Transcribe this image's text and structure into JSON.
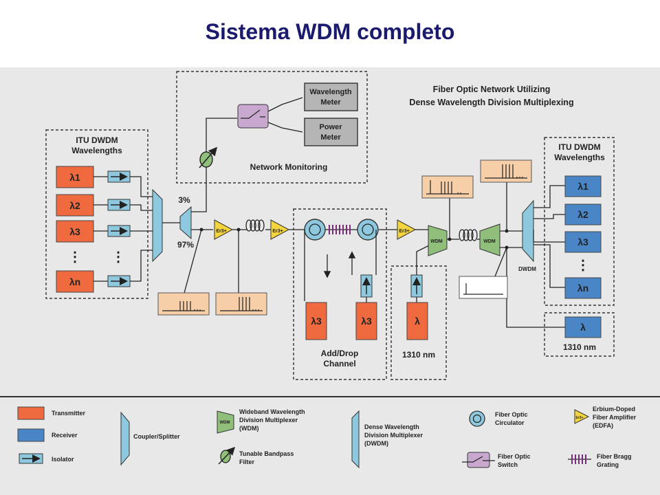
{
  "title": "Sistema WDM completo",
  "header": {
    "line1": "Fiber Optic Network Utilizing",
    "line2": "Dense Wavelength Division Multiplexing"
  },
  "left_group": {
    "line1": "ITU DWDM",
    "line2": "Wavelengths",
    "tx_labels": [
      "λ1",
      "λ2",
      "λ3",
      "λn"
    ],
    "dots": "⋮"
  },
  "right_group": {
    "line1": "ITU DWDM",
    "line2": "Wavelengths",
    "rx_labels": [
      "λ1",
      "λ2",
      "λ3",
      "λn"
    ],
    "dots": "⋮"
  },
  "coupler": {
    "top": "3%",
    "bottom": "97%"
  },
  "monitoring": {
    "label": "Network Monitoring",
    "meter1_l1": "Wavelength",
    "meter1_l2": "Meter",
    "meter2_l1": "Power",
    "meter2_l2": "Meter"
  },
  "edfa_label": "Er3+",
  "wdm_label": "WDM",
  "dwdm_label": "DWDM",
  "add_drop": {
    "line1": "Add/Drop",
    "line2": "Channel",
    "tx1": "λ3",
    "tx2": "λ3"
  },
  "nm1310_left": {
    "tx": "λ",
    "label": "1310 nm"
  },
  "nm1310_right": {
    "rx": "λ",
    "label": "1310 nm"
  },
  "legend": {
    "transmitter": "Transmitter",
    "receiver": "Receiver",
    "isolator": "Isolator",
    "coupler": "Coupler/Splitter",
    "wdm_l1": "Wideband Wavelength",
    "wdm_l2": "Division Multiplexer",
    "wdm_l3": "(WDM)",
    "filter_l1": "Tunable Bandpass",
    "filter_l2": "Filter",
    "dwdm_l1": "Dense Wavelength",
    "dwdm_l2": "Division Multiplexer",
    "dwdm_l3": "(DWDM)",
    "circ_l1": "Fiber Optic",
    "circ_l2": "Circulator",
    "switch_l1": "Fiber Optic",
    "switch_l2": "Switch",
    "edfa_l1": "Erbium-Doped",
    "edfa_l2": "Fiber Amplifier",
    "edfa_l3": "(EDFA)",
    "fbg_l1": "Fiber Bragg",
    "fbg_l2": "Grating"
  },
  "colors": {
    "transmitter": "#ef6a3e",
    "receiver": "#4a86c5",
    "coupler": "#8ec8df",
    "wdm": "#8fbf7a",
    "edfa": "#f3d43c",
    "switch": "#c9a8d0",
    "meter": "#b5b5b5",
    "spectrum": "#f6cfa8"
  }
}
